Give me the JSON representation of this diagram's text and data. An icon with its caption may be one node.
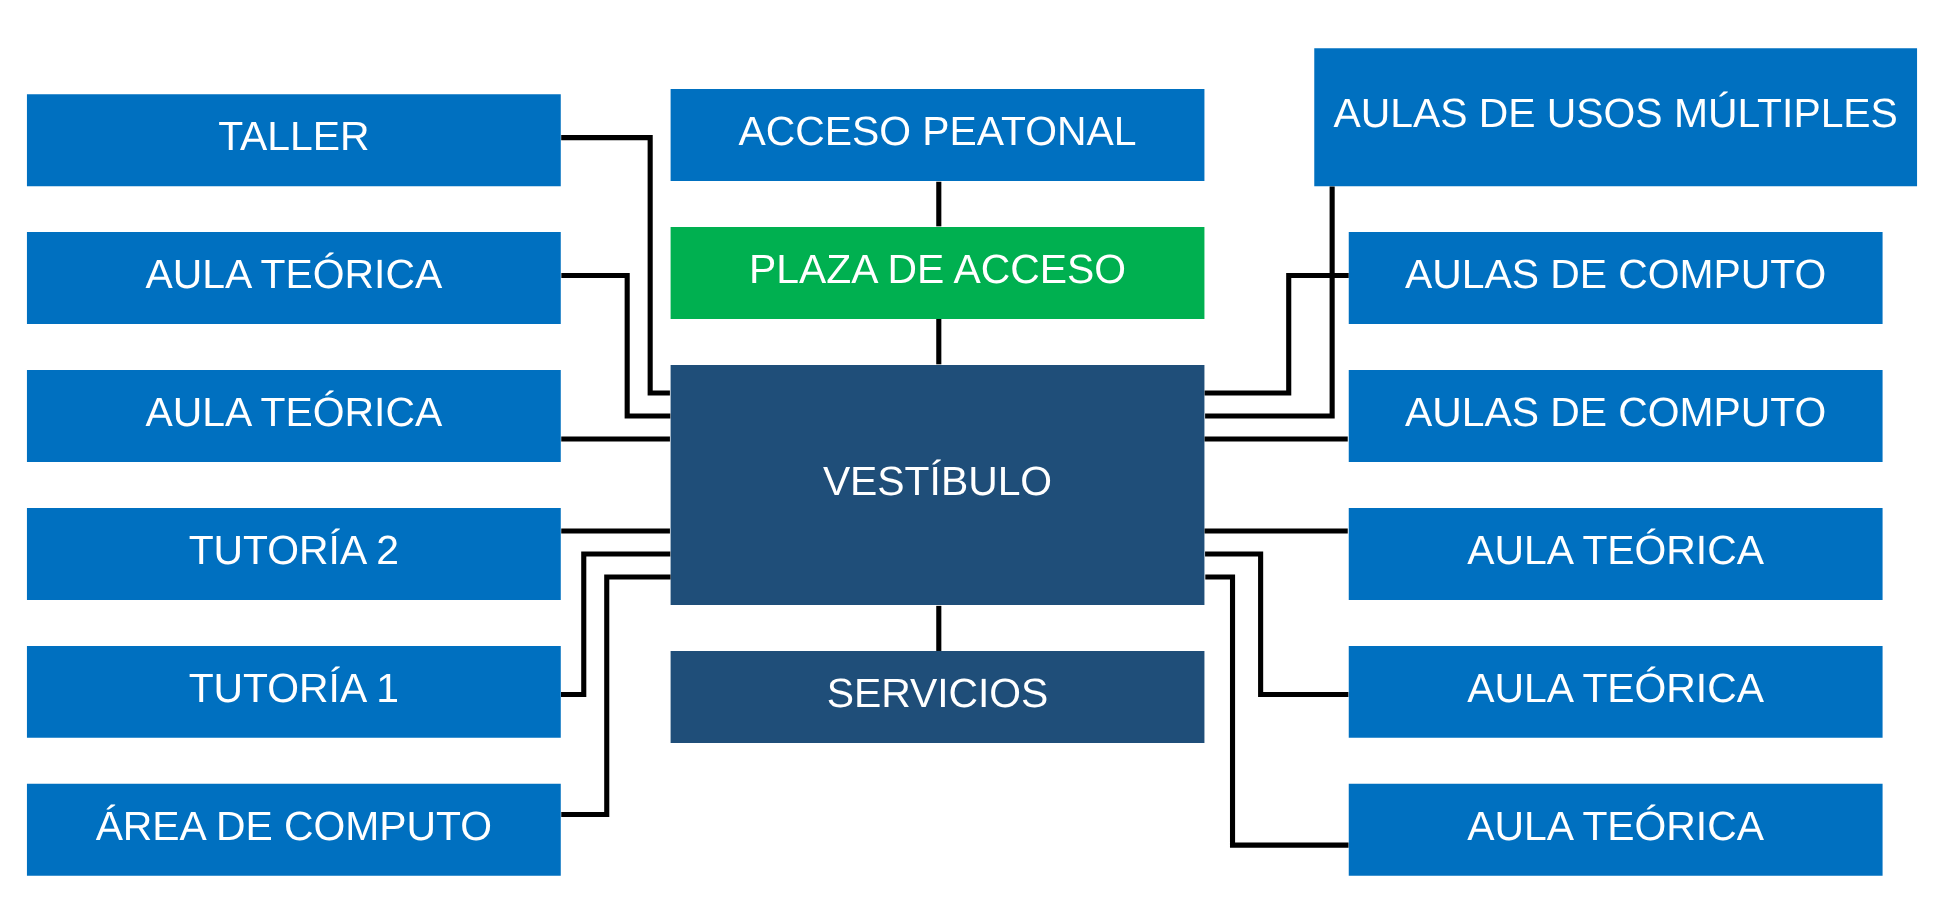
{
  "diagram": {
    "nodes": [
      {
        "text": [
          "TALLER"
        ]
      },
      {
        "text": [
          "AULA TEÓRICA"
        ]
      },
      {
        "text": [
          "AULA TEÓRICA"
        ]
      },
      {
        "text": [
          "TUTORÍA 2"
        ]
      },
      {
        "text": [
          "TUTORÍA 1"
        ]
      },
      {
        "text": [
          "ÁREA DE COMPUTO"
        ]
      },
      {
        "text": [
          "ACCESO PEATONAL"
        ]
      },
      {
        "text": [
          "PLAZA DE ACCESO"
        ]
      },
      {
        "text": [
          "VESTÍBULO"
        ]
      },
      {
        "text": [
          "SERVICIOS"
        ]
      },
      {
        "text": [
          "AULAS DE USOS MÚLTIPLES"
        ]
      },
      {
        "text": [
          "AULAS DE COMPUTO"
        ]
      },
      {
        "text": [
          "AULAS DE COMPUTO"
        ]
      },
      {
        "text": [
          "AULA TEÓRICA"
        ]
      },
      {
        "text": [
          "AULA TEÓRICA"
        ]
      },
      {
        "text": [
          "AULA TEÓRICA"
        ]
      }
    ],
    "edges": [
      {
        "from": 6,
        "to": 7,
        "arrow": "none"
      },
      {
        "from": 7,
        "to": 8,
        "arrow": "none"
      },
      {
        "from": 8,
        "to": 9,
        "arrow": "none"
      },
      {
        "from": 0,
        "to": 8,
        "arrow": "none"
      },
      {
        "from": 1,
        "to": 8,
        "arrow": "none"
      },
      {
        "from": 2,
        "to": 8,
        "arrow": "none"
      },
      {
        "from": 3,
        "to": 8,
        "arrow": "none"
      },
      {
        "from": 4,
        "to": 8,
        "arrow": "none"
      },
      {
        "from": 5,
        "to": 8,
        "arrow": "none"
      },
      {
        "from": 8,
        "to": 10,
        "arrow": "none"
      },
      {
        "from": 8,
        "to": 11,
        "arrow": "none"
      },
      {
        "from": 8,
        "to": 12,
        "arrow": "none"
      },
      {
        "from": 8,
        "to": 13,
        "arrow": "none"
      },
      {
        "from": 8,
        "to": 14,
        "arrow": "none"
      },
      {
        "from": 8,
        "to": 15,
        "arrow": "none"
      }
    ]
  }
}
